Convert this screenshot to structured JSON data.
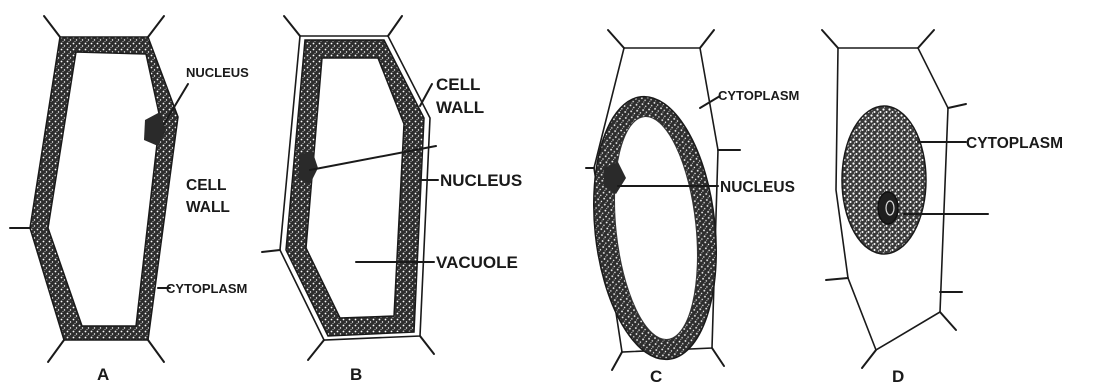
{
  "cells": [
    {
      "letter": "A",
      "labels": {
        "nucleus": "NUCLEUS",
        "cell_wall_1": "CELL",
        "cell_wall_2": "WALL",
        "cytoplasm": "CYTOPLASM"
      }
    },
    {
      "letter": "B",
      "labels": {
        "cell_wall_1": "CELL",
        "cell_wall_2": "WALL",
        "nucleus": "NUCLEUS",
        "vacuole": "VACUOLE"
      }
    },
    {
      "letter": "C",
      "labels": {
        "cytoplasm": "CYTOPLASM",
        "nucleus": "NUCLEUS"
      }
    },
    {
      "letter": "D",
      "labels": {
        "cytoplasm": "CYTOPLASM"
      }
    }
  ],
  "colors": {
    "ink": "#1a1a1a",
    "stipple": "#2a2a2a",
    "background": "#ffffff"
  }
}
